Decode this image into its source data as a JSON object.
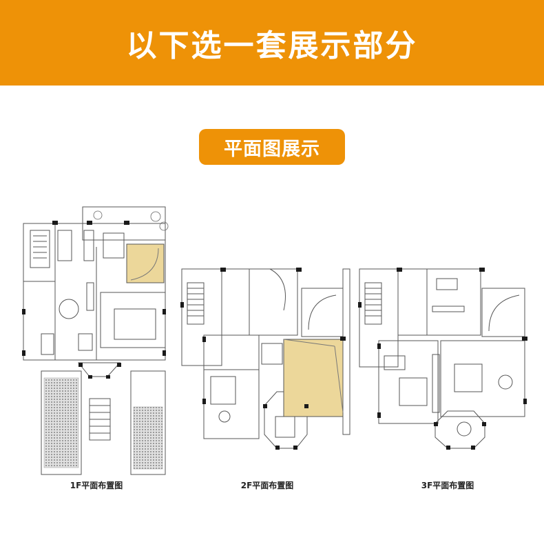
{
  "header": {
    "title": "以下选一套展示部分"
  },
  "section": {
    "label": "平面图展示"
  },
  "plans": [
    {
      "label": "1F平面布置图"
    },
    {
      "label": "2F平面布置图"
    },
    {
      "label": "3F平面布置图"
    }
  ],
  "colors": {
    "accent": "#ee9207",
    "highlight": "#ecd79a",
    "wall": "#1a1a1a",
    "line": "#888888"
  }
}
